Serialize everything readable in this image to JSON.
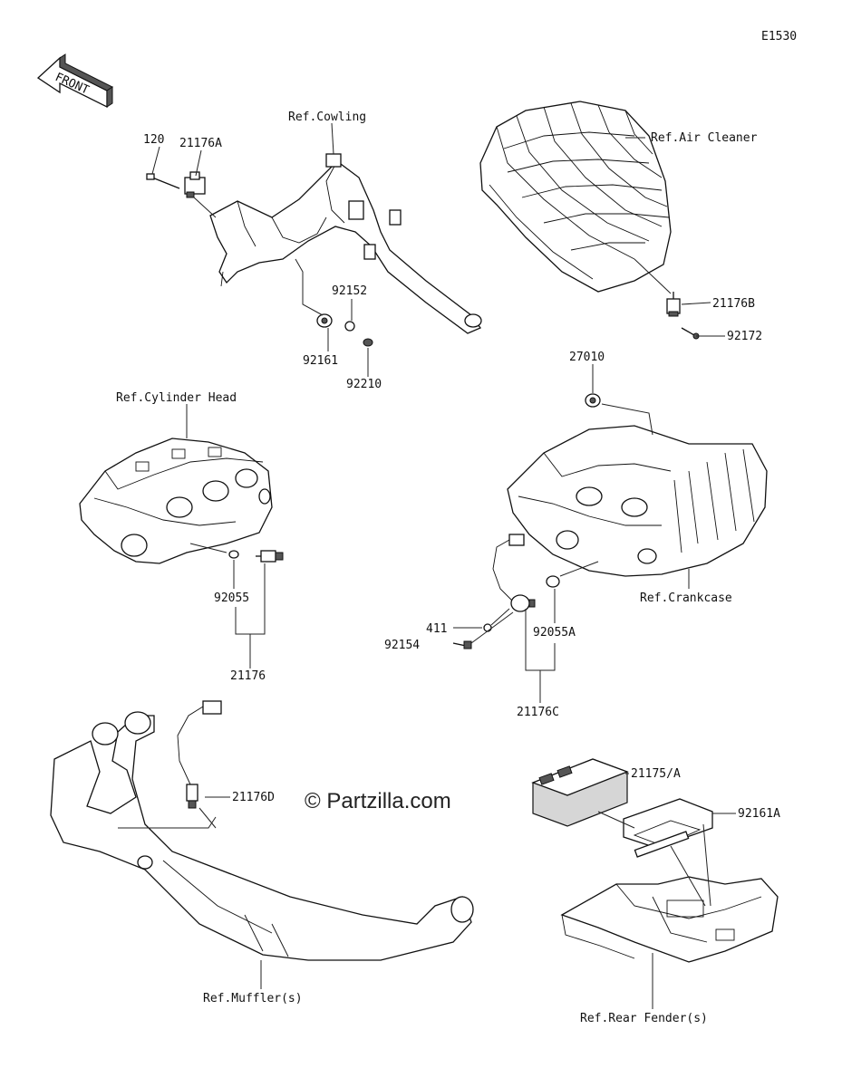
{
  "diagram_code": "E1530",
  "front_arrow_label": "FRONT",
  "watermark": "© Partzilla.com",
  "labels": {
    "ref_cowling": "Ref.Cowling",
    "p120": "120",
    "p21176A": "21176A",
    "ref_air_cleaner": "Ref.Air Cleaner",
    "p21176B": "21176B",
    "p92172": "92172",
    "p92152": "92152",
    "p92161": "92161",
    "p92210": "92210",
    "ref_cylinder_head": "Ref.Cylinder Head",
    "p27010": "27010",
    "p92055": "92055",
    "p21176": "21176",
    "ref_crankcase": "Ref.Crankcase",
    "p411": "411",
    "p92154": "92154",
    "p92055A": "92055A",
    "p21176C": "21176C",
    "p21176D": "21176D",
    "p21175A": "21175/A",
    "p92161A": "92161A",
    "ref_mufflers": "Ref.Muffler(s)",
    "ref_rear_fender": "Ref.Rear Fender(s)"
  }
}
